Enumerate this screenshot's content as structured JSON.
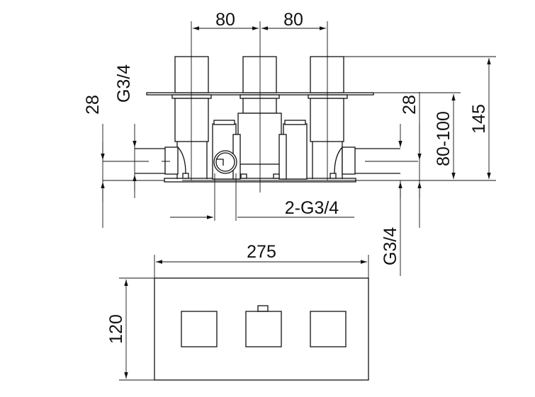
{
  "dimensions": {
    "spacing_left": "80",
    "spacing_right": "80",
    "left_thread": "G3/4",
    "left_offset": "28",
    "right_offset": "28",
    "depth_range": "80-100",
    "total_depth": "145",
    "outlet_thread": "2-G3/4",
    "bottom_thread": "G3/4",
    "plate_width": "275",
    "plate_height": "120"
  }
}
